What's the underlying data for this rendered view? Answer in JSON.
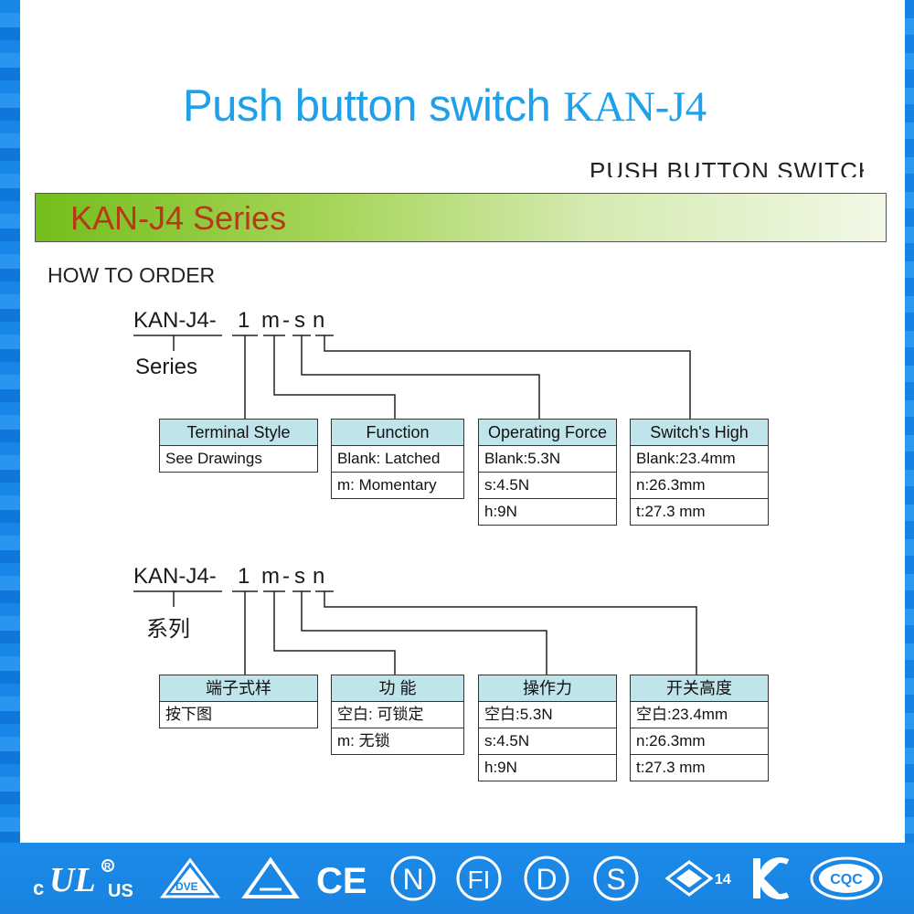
{
  "title": {
    "main": "Push button switch",
    "model": "KAN-J4"
  },
  "cut_heading": "PUSH BUTTON SWITCH",
  "banner": "KAN-J4 Series",
  "how_to_order": "HOW TO ORDER",
  "code": {
    "prefix": "KAN-J4-",
    "terminal": "1",
    "function": "m",
    "dash": "-",
    "force": "s",
    "height": "n"
  },
  "english": {
    "series_label": "Series",
    "tables": [
      {
        "header": "Terminal Style",
        "rows": [
          "See Drawings"
        ]
      },
      {
        "header": "Function",
        "rows": [
          "Blank: Latched",
          "m: Momentary"
        ]
      },
      {
        "header": "Operating Force",
        "rows": [
          "Blank:5.3N",
          "s:4.5N",
          "h:9N"
        ]
      },
      {
        "header": "Switch's  High",
        "rows": [
          "Blank:23.4mm",
          "n:26.3mm",
          "t:27.3 mm"
        ]
      }
    ]
  },
  "chinese": {
    "series_label": "系列",
    "tables": [
      {
        "header": "端子式样",
        "rows": [
          "按下图"
        ]
      },
      {
        "header": "功 能",
        "rows": [
          "空白: 可锁定",
          "m: 无锁"
        ]
      },
      {
        "header": "操作力",
        "rows": [
          "空白:5.3N",
          "s:4.5N",
          "h:9N"
        ]
      },
      {
        "header": "开关高度",
        "rows": [
          "空白:23.4mm",
          "n:26.3mm",
          "t:27.3 mm"
        ]
      }
    ]
  },
  "certifications": {
    "ul": {
      "name": "ul-icon",
      "prefix": "c",
      "suffix": "US"
    },
    "vde": {
      "name": "vde-icon",
      "text": "DVE"
    },
    "triangle": {
      "name": "triangle-icon"
    },
    "ce": {
      "name": "ce-icon",
      "text": "CE"
    },
    "n": {
      "name": "nemko-icon",
      "text": "N"
    },
    "fi": {
      "name": "fimko-icon",
      "text": "FI"
    },
    "d": {
      "name": "demko-icon",
      "text": "D"
    },
    "s": {
      "name": "semko-icon",
      "text": "S"
    },
    "enec": {
      "name": "enec-icon",
      "text": "14"
    },
    "kc": {
      "name": "kc-icon",
      "text": "K"
    },
    "cqc": {
      "name": "cqc-icon",
      "text": "CQC"
    }
  },
  "colors": {
    "title": "#1ea0ea",
    "banner_text": "#b73a18",
    "header_fill": "#bfe4ea",
    "frame_blue": "#1a86e6"
  }
}
